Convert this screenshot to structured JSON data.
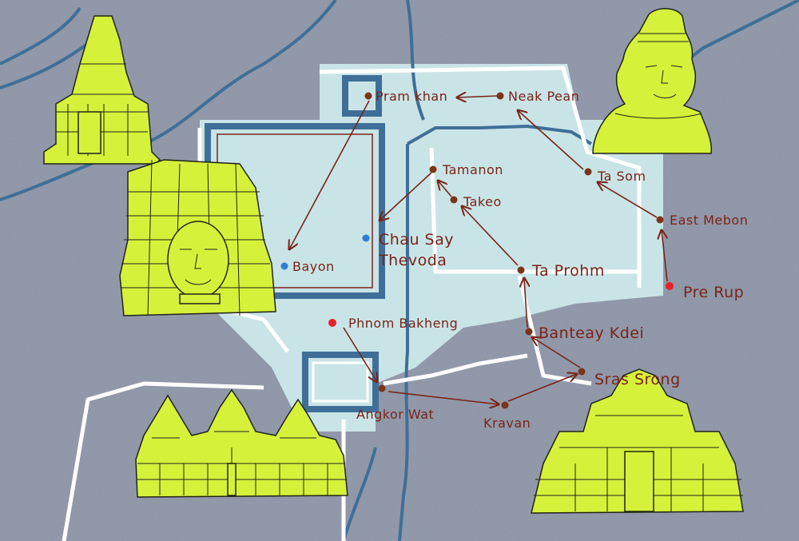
{
  "map": {
    "colors": {
      "background": "#8a93a6",
      "park_area": "#c9e4e6",
      "moat": "#3f6f98",
      "river": "#3f6f98",
      "road": "#ffffff",
      "label": "#7a2418",
      "site_dot": "#7a3418",
      "alt_dot_red": "#e8202a",
      "alt_dot_blue": "#2f7fd0",
      "illustration": "#d6f13a"
    },
    "sites": [
      {
        "id": "pram-khan",
        "label": "Pram khan",
        "dot": "brown"
      },
      {
        "id": "neak-pean",
        "label": "Neak Pean",
        "dot": "brown"
      },
      {
        "id": "ta-som",
        "label": "Ta Som",
        "dot": "brown"
      },
      {
        "id": "east-mebon",
        "label": "East Mebon",
        "dot": "brown"
      },
      {
        "id": "pre-rup",
        "label": "Pre Rup",
        "dot": "red"
      },
      {
        "id": "tamanon",
        "label": "Tamanon",
        "dot": "brown"
      },
      {
        "id": "takeo",
        "label": "Takeo",
        "dot": "brown"
      },
      {
        "id": "chau-say-line1",
        "label": "Chau Say",
        "dot": "blue"
      },
      {
        "id": "chau-say-line2",
        "label": "Thevoda",
        "dot": "none"
      },
      {
        "id": "bayon",
        "label": "Bayon",
        "dot": "blue"
      },
      {
        "id": "ta-prohm",
        "label": "Ta Prohm",
        "dot": "brown"
      },
      {
        "id": "phnom-bakheng",
        "label": "Phnom Bakheng",
        "dot": "red"
      },
      {
        "id": "banteay-kdei",
        "label": "Banteay Kdei",
        "dot": "brown"
      },
      {
        "id": "sras-srong",
        "label": "Sras Srong",
        "dot": "brown"
      },
      {
        "id": "angkor-wat",
        "label": "Angkor Wat",
        "dot": "brown"
      },
      {
        "id": "kravan",
        "label": "Kravan",
        "dot": "brown"
      }
    ],
    "route_order": [
      "Angkor Wat",
      "Kravan",
      "Sras Srong",
      "Banteay Kdei",
      "Ta Prohm",
      "Takeo",
      "Tamanon",
      "Chau Say Thevoda"
    ],
    "route_order_2": [
      "Pre Rup",
      "East Mebon",
      "Ta Som",
      "Neak Pean",
      "Pram khan",
      "Bayon"
    ],
    "illustrations": [
      "tower-temple-illustration",
      "bayon-face-tower-illustration",
      "buddha-head-illustration",
      "angkor-wat-illustration",
      "gopura-temple-illustration"
    ]
  }
}
